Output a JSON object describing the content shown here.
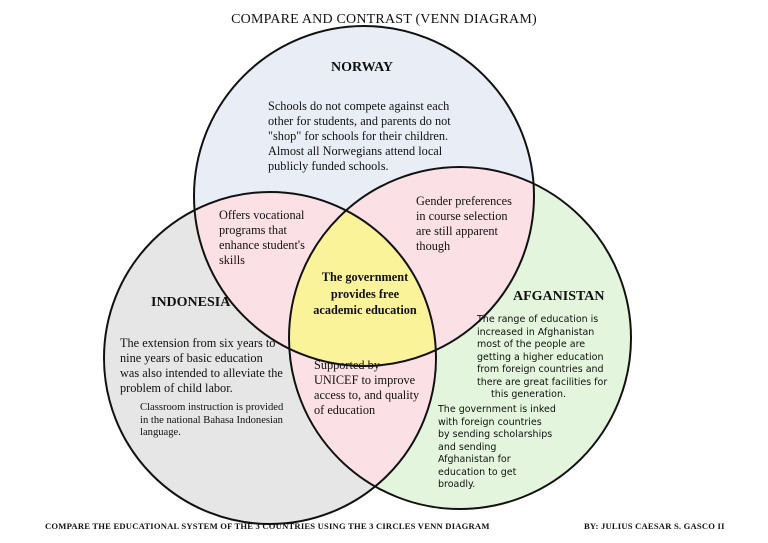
{
  "title": "COMPARE AND CONTRAST (VENN DIAGRAM)",
  "circles": {
    "norway": {
      "label": "NORWAY",
      "text": [
        "Schools do not compete against each",
        "other for students, and parents do not",
        "\"shop\" for schools for their children.",
        "Almost all Norwegians attend local",
        "publicly funded schools."
      ],
      "color": "#e9eef6"
    },
    "indonesia": {
      "label": "INDONESIA",
      "text": [
        "The extension from six years to",
        "nine years of basic education",
        "was also intended to alleviate the",
        "problem of child labor."
      ],
      "text2": [
        "Classroom instruction is provided",
        "in the national Bahasa Indonesian",
        "language."
      ],
      "color": "#e6e6e6"
    },
    "afganistan": {
      "label": "AFGANISTAN",
      "text": [
        "The range of education is",
        "increased in Afghanistan",
        "most of the people are",
        "getting a higher education",
        "from foreign countries and",
        "there are great facilities for",
        "this generation."
      ],
      "text2": [
        "The government is inked",
        "with foreign countries",
        "by sending scholarships",
        "and sending",
        "Afghanistan for",
        "education to get",
        "broadly."
      ],
      "color": "#e3f5dc"
    }
  },
  "overlaps": {
    "norway_indonesia": [
      "Offers vocational",
      "programs that",
      "enhance student's",
      "skills"
    ],
    "norway_afganistan": [
      "Gender preferences",
      "in course selection",
      "are still apparent",
      "though"
    ],
    "indonesia_afganistan": [
      "Supported by",
      "UNICEF to improve",
      "access to, and quality",
      "of education"
    ],
    "center": [
      "The government",
      "provides free",
      "academic education"
    ]
  },
  "colors": {
    "pair_overlap": "#fbe1e5",
    "center": "#fbf39a",
    "outline": "#111111"
  },
  "footer": {
    "left": "COMPARE THE EDUCATIONAL SYSTEM OF THE 3 COUNTRIES USING THE 3 CIRCLES VENN DIAGRAM",
    "right": "BY: JULIUS CAESAR S. GASCO II"
  }
}
